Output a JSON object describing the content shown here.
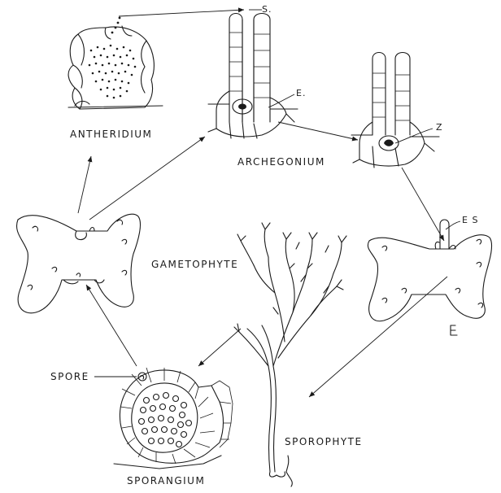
{
  "labels": {
    "sperm": "S.",
    "egg": "E.",
    "zygote": "Z",
    "embryo_sporophyte": "E S",
    "antheridium": "ANTHERIDIUM",
    "archegonium": "ARCHEGONIUM",
    "gametophyte": "GAMETOPHYTE",
    "spore": "SPORE",
    "sporangium": "SPORANGIUM",
    "sporophyte": "SPOROPHYTE"
  }
}
